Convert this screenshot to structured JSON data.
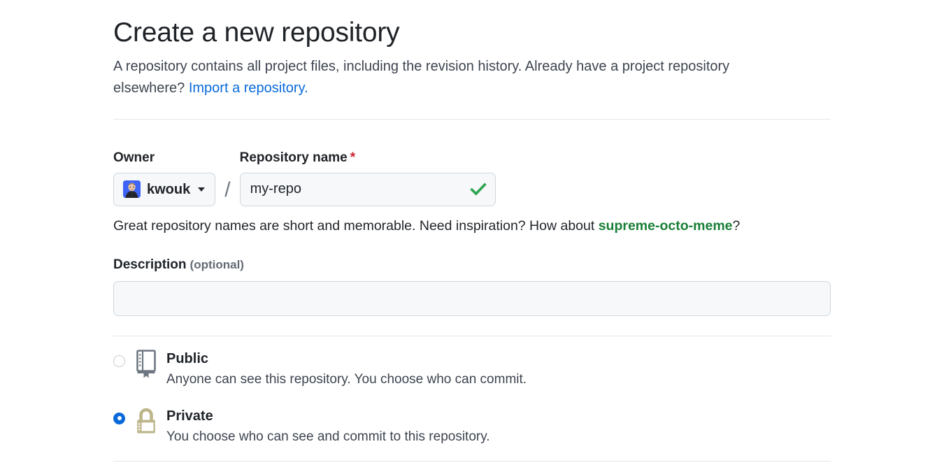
{
  "header": {
    "title": "Create a new repository",
    "subtitle_part1": "A repository contains all project files, including the revision history. Already have a project repository elsewhere? ",
    "import_link": "Import a repository."
  },
  "owner": {
    "label": "Owner",
    "username": "kwouk",
    "avatar_icon": "user-avatar-photo",
    "caret_icon": "chevron-down-icon",
    "separator": "/"
  },
  "repository_name": {
    "label": "Repository name",
    "required_marker": "*",
    "value": "my-repo",
    "placeholder": "",
    "valid_icon": "green-check-icon",
    "hint_prefix": "Great repository names are short and memorable. Need inspiration? How about ",
    "hint_suggestion": "supreme-octo-meme",
    "hint_suffix": "?"
  },
  "description": {
    "label": "Description",
    "optional": "(optional)",
    "value": "",
    "placeholder": ""
  },
  "visibility": {
    "options": [
      {
        "id": "public",
        "title": "Public",
        "description": "Anyone can see this repository. You choose who can commit.",
        "icon": "repo-book-icon",
        "selected": false
      },
      {
        "id": "private",
        "title": "Private",
        "description": "You choose who can see and commit to this repository.",
        "icon": "lock-icon",
        "selected": true
      }
    ]
  },
  "colors": {
    "link": "#0969da",
    "suggestion_green": "#1a7f37",
    "required_red": "#cf222e",
    "radio_selected": "#0969da",
    "public_icon_gray": "#6e7781",
    "private_icon_tan": "#bdb68a",
    "check_green": "#2da44e"
  }
}
